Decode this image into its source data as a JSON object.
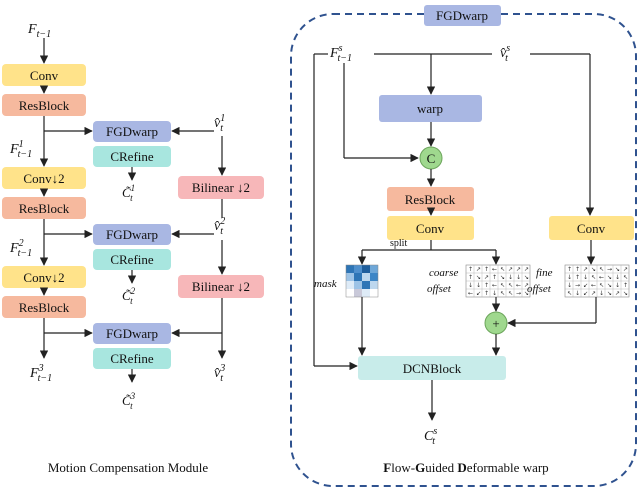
{
  "left": {
    "caption": "Motion Compensation Module",
    "input": "F",
    "input_sub": "t−1",
    "conv": "Conv",
    "resblock": "ResBlock",
    "conv_down": "Conv↓2",
    "fgdwarp": "FGDwarp",
    "crefine": "CRefine",
    "bilinear": "Bilinear ↓2",
    "f1": "F",
    "f1_sup": "1",
    "f1_sub": "t−1",
    "f2": "F",
    "f2_sup": "2",
    "f2_sub": "t−1",
    "f3": "F",
    "f3_sup": "3",
    "f3_sub": "t−1",
    "v1": "v̂",
    "v1_sup": "1",
    "v1_sub": "t",
    "v2": "v̂",
    "v2_sup": "2",
    "v2_sub": "t",
    "v3": "v̂",
    "v3_sup": "3",
    "v3_sub": "t",
    "c1": "C̃",
    "c1_sup": "1",
    "c1_sub": "t",
    "c2": "C̃",
    "c2_sup": "2",
    "c2_sub": "t",
    "c3": "C̃",
    "c3_sup": "3",
    "c3_sub": "t"
  },
  "right": {
    "title": "FGDwarp",
    "caption_b1": "F",
    "caption_1": "low-",
    "caption_b2": "G",
    "caption_2": "uided ",
    "caption_b3": "D",
    "caption_3": "eformable warp",
    "in_f": "F",
    "in_f_sup": "s",
    "in_f_sub": "t−1",
    "in_v": "v̂",
    "in_v_sup": "s",
    "in_v_sub": "t",
    "warp": "warp",
    "concat": "C",
    "resblock": "ResBlock",
    "conv": "Conv",
    "conv2": "Conv",
    "split": "split",
    "mask": "mask",
    "coarse1": "coarse",
    "coarse2": "offset",
    "fine1": "fine",
    "fine2": "offset",
    "plus": "+",
    "dcn": "DCNBlock",
    "out": "C",
    "out_sup": "s",
    "out_sub": "t"
  },
  "colors": {
    "conv": "#ffe38a",
    "resblock": "#f6b99e",
    "fgdwarp": "#a9b7e3",
    "crefine": "#a8e6df",
    "bilinear": "#f7b7b9",
    "warp": "#a9b7e3",
    "concat": "#9fd88e",
    "dcn": "#c8ecea",
    "frame": "#2f528f"
  }
}
